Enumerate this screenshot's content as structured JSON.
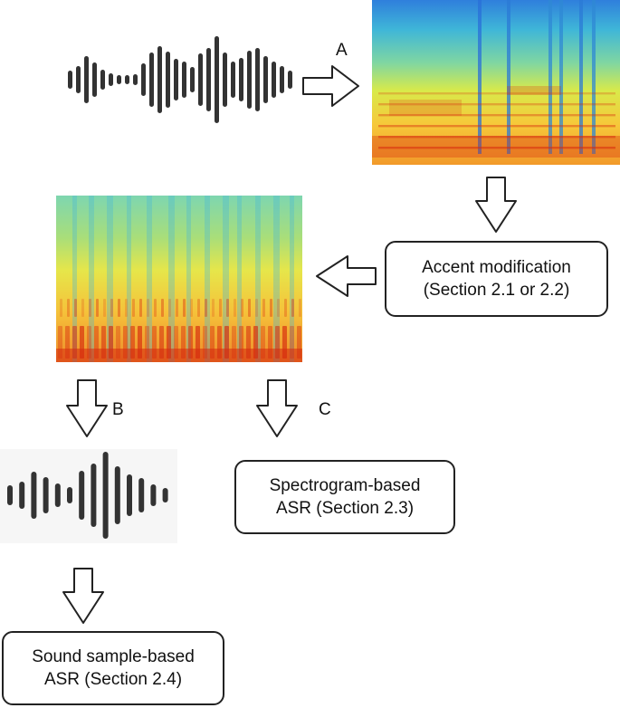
{
  "labels": {
    "a": "A",
    "b": "B",
    "c": "C"
  },
  "boxes": {
    "accent": {
      "line1": "Accent modification",
      "line2": "(Section 2.1 or 2.2)"
    },
    "spec_asr": {
      "line1": "Spectrogram-based",
      "line2": "ASR (Section 2.3)"
    },
    "sound_asr": {
      "line1": "Sound sample-based",
      "line2": "ASR (Section 2.4)"
    }
  },
  "colors": {
    "waveform": "#333333",
    "arrow_stroke": "#222222",
    "spec_low": "#d62a0e",
    "spec_mid": "#f4e64a",
    "spec_high": "#2c8fd8"
  },
  "icons": [
    "waveform-icon",
    "spectrogram-image",
    "arrow-icon"
  ]
}
